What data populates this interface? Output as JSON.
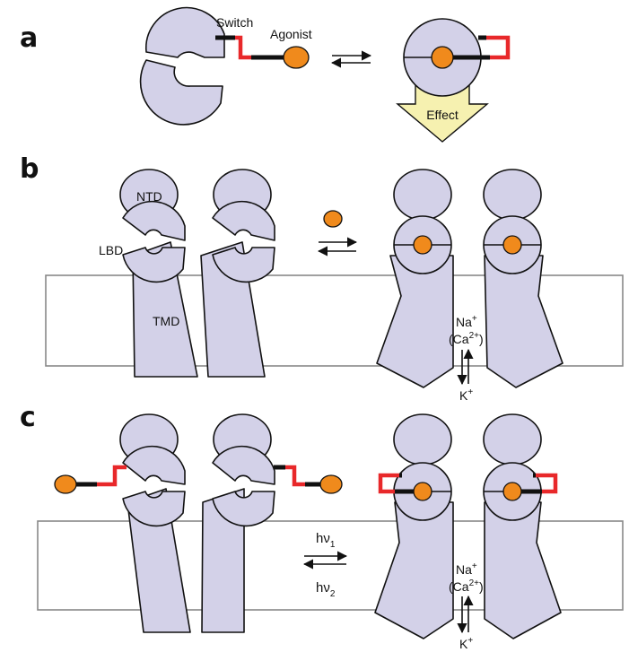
{
  "panels": {
    "a": {
      "letter": "a",
      "switch_label": "Switch",
      "agonist_label": "Agonist",
      "effect_label": "Effect"
    },
    "b": {
      "letter": "b",
      "ntd_label": "NTD",
      "lbd_label": "LBD",
      "tmd_label": "TMD",
      "cation_in": "Na",
      "cation_in_charge": "+",
      "cation_in_alt": "(Ca",
      "cation_in_alt_charge": "2+",
      "cation_in_alt_close": ")",
      "cation_out": "K",
      "cation_out_charge": "+"
    },
    "c": {
      "letter": "c",
      "light_1": "hν",
      "light_1_sub": "1",
      "light_2": "hν",
      "light_2_sub": "2",
      "cation_in": "Na",
      "cation_in_charge": "+",
      "cation_in_alt": "(Ca",
      "cation_in_alt_charge": "2+",
      "cation_in_alt_close": ")",
      "cation_out": "K",
      "cation_out_charge": "+"
    }
  },
  "colors": {
    "protein": "#d3d1e8",
    "ligand": "#f08a1c",
    "switch": "#e8282a",
    "effect_arrow": "#f6f1b0",
    "membrane": "#888888"
  }
}
